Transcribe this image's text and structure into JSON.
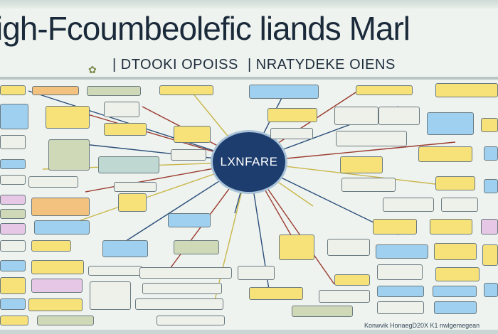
{
  "diagram": {
    "title": "igh-Fcoumbeolefic liands Marl",
    "subtitle_left": "| DTOOKI OPOISS",
    "subtitle_right": "| NRATYDEKE OIENS",
    "hub_label": "LXNFARE",
    "footer_text": "Konwvik HonaegD20X  K1 nwlgemegean",
    "colors": {
      "hub": "#1c3d6e",
      "link_red": "#9b3a2e",
      "link_blue": "#2b4e7a",
      "link_yellow": "#c9b64a"
    }
  }
}
